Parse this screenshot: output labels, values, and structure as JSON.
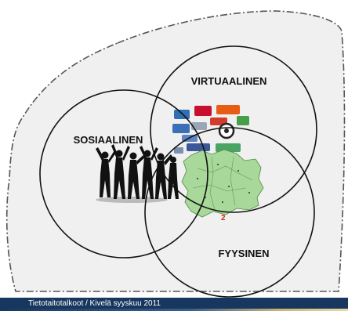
{
  "diagram": {
    "circles": [
      {
        "id": "virtual",
        "label": "VIRTUAALINEN"
      },
      {
        "id": "social",
        "label": "SOSIAALINEN"
      },
      {
        "id": "physical",
        "label": "FYYSINEN"
      }
    ],
    "map_number": "2"
  },
  "footer": {
    "text": "Tietotaitotalkoot / Kivelä syyskuu 2011"
  },
  "colors": {
    "blob_fill": "#f0f0f0",
    "blob_stroke": "#555555",
    "footer_bg": "#17375e",
    "map_green": "#a8d89a",
    "silhouette": "#111111"
  }
}
